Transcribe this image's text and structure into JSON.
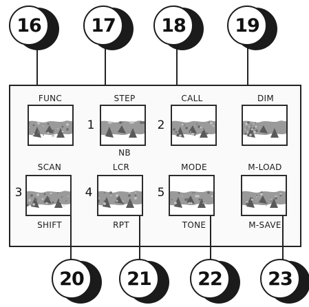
{
  "callouts": {
    "c16": "16",
    "c17": "17",
    "c18": "18",
    "c19": "19",
    "c20": "20",
    "c21": "21",
    "c22": "22",
    "c23": "23"
  },
  "keys": {
    "func": {
      "top": "FUNC"
    },
    "step": {
      "top": "STEP",
      "side": "1",
      "bottom": "NB"
    },
    "call": {
      "top": "CALL",
      "side": "2"
    },
    "dim": {
      "top": "DIM"
    },
    "scan": {
      "top": "SCAN",
      "side": "3",
      "bottom": "SHIFT"
    },
    "lcr": {
      "top": "LCR",
      "side": "4",
      "bottom": "RPT"
    },
    "mode": {
      "top": "MODE",
      "side": "5",
      "bottom": "TONE"
    },
    "mload": {
      "top": "M-LOAD",
      "bottom": "M-SAVE"
    }
  },
  "colors": {
    "ink": "#1a1a1a",
    "panel_border": "#222222"
  }
}
